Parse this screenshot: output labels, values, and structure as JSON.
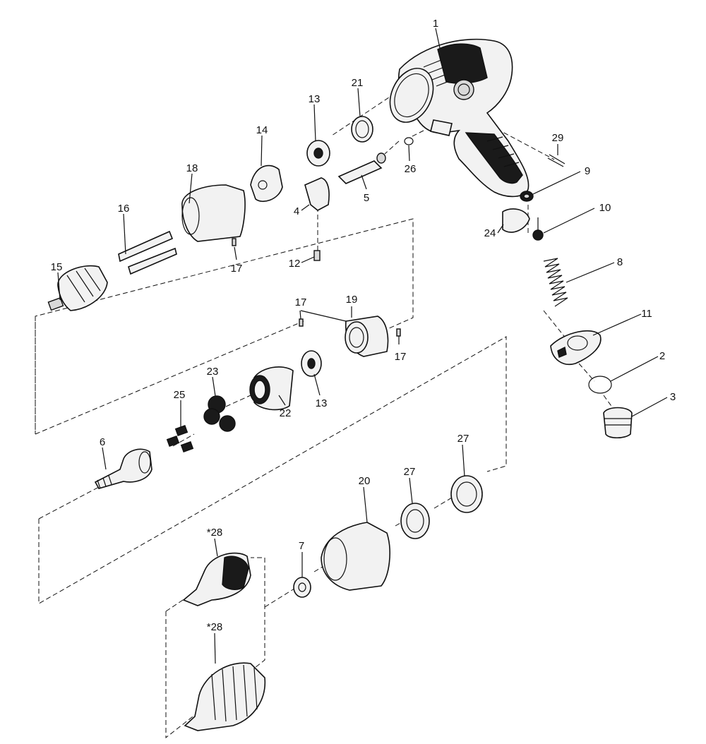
{
  "colors": {
    "line": "#111111",
    "fill": "#f2f2f2",
    "dark": "#1a1a1a",
    "background": "#ffffff"
  },
  "callouts": {
    "c1": "1",
    "c2": "2",
    "c3": "3",
    "c4": "4",
    "c5": "5",
    "c6": "6",
    "c7": "7",
    "c8": "8",
    "c9": "9",
    "c10": "10",
    "c11": "11",
    "c12": "12",
    "c13a": "13",
    "c13b": "13",
    "c14": "14",
    "c15": "15",
    "c16": "16",
    "c17a": "17",
    "c17b": "17",
    "c17c": "17",
    "c18": "18",
    "c19": "19",
    "c20": "20",
    "c21": "21",
    "c22": "22",
    "c23": "23",
    "c24": "24",
    "c25": "25",
    "c26": "26",
    "c27a": "27",
    "c27b": "27",
    "c28a": "*28",
    "c28b": "*28",
    "c29": "29"
  }
}
